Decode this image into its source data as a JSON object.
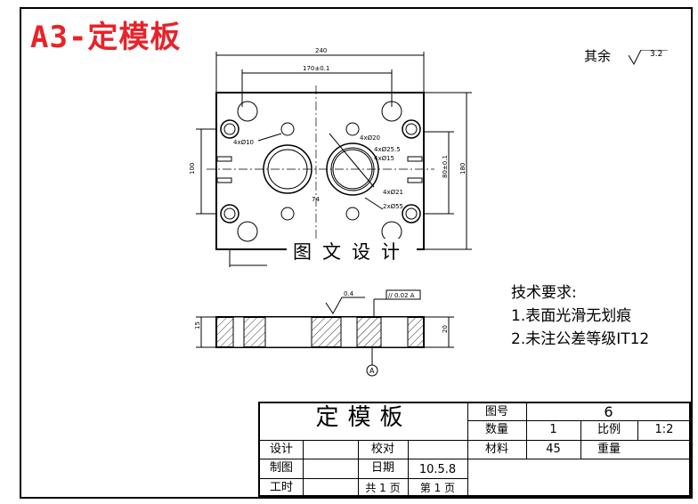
{
  "header": {
    "title": "A3-定模板"
  },
  "roughness": {
    "label": "其余",
    "value": "3.2"
  },
  "technical_requirements": {
    "heading": "技术要求:",
    "items": [
      "1.表面光滑无划痕",
      "2.未注公差等级IT12"
    ]
  },
  "watermark": "图文设计",
  "dims": {
    "top_width": "240",
    "top_inner": "170±0.1",
    "left_height": "100",
    "right_height": "180",
    "right_inner": "80±0.1",
    "hole_a": "4xØ10",
    "hole_b": "4xØ20",
    "hole_c": "4xØ25.5",
    "hole_d": "4xØ15",
    "hole_e": "4xØ21",
    "hole_f": "2xØ55",
    "center_dist": "74",
    "thickness": "15",
    "right_thick": "20",
    "flatness": "// 0.02 A",
    "surface": "0.4",
    "datum": "A"
  },
  "title_block": {
    "part_name": "定模板",
    "drawing_no_label": "图号",
    "drawing_no": "6",
    "quantity_label": "数量",
    "quantity": "1",
    "scale_label": "比例",
    "scale": "1:2",
    "material_label": "材料",
    "material": "45",
    "weight_label": "重量",
    "design_label": "设计",
    "check_label": "校对",
    "draw_label": "制图",
    "date_label": "日期",
    "date": "10.5.8",
    "process_label": "工时",
    "total_pages": "共 1 页",
    "page": "第 1 页"
  }
}
